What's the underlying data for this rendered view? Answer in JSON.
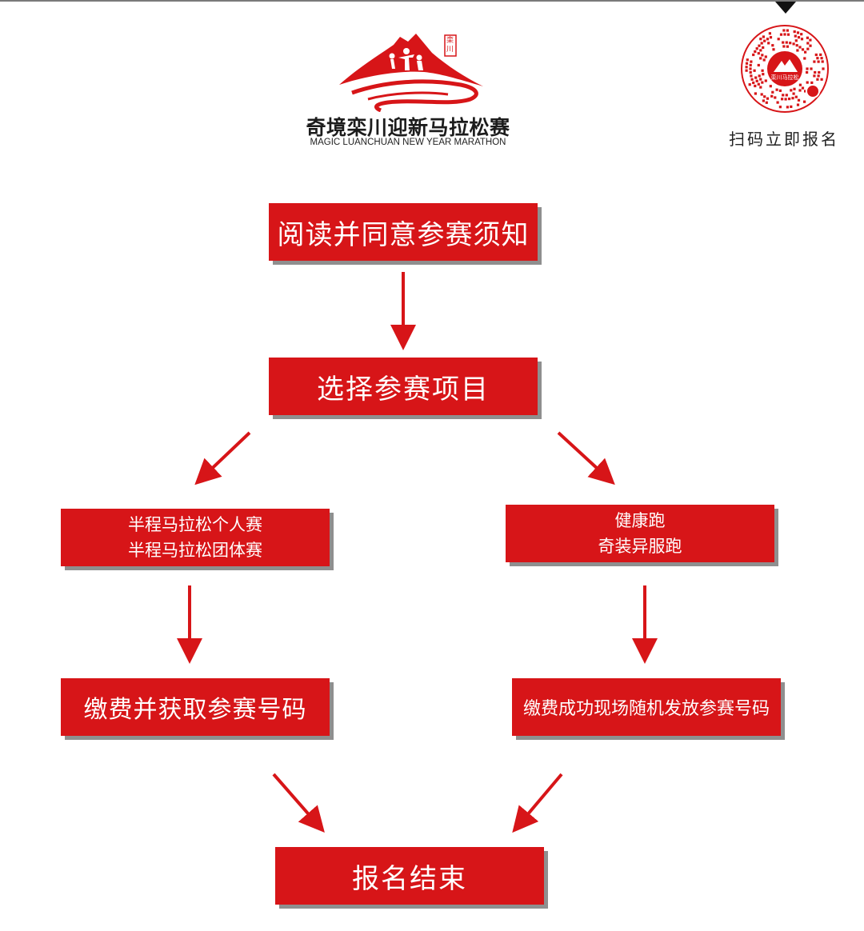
{
  "logo": {
    "title_cn": "奇境栾川迎新马拉松赛",
    "title_en": "MAGIC LUANCHUAN NEW YEAR MARATHON",
    "seal_text": "栾川"
  },
  "qr": {
    "caption": "扫码立即报名",
    "center_text": "栾川马拉松"
  },
  "flow": {
    "step1": "阅读并同意参赛须知",
    "step2": "选择参赛项目",
    "left_option": {
      "line1": "半程马拉松个人赛",
      "line2": "半程马拉松团体赛"
    },
    "right_option": {
      "line1": "健康跑",
      "line2": "奇装异服跑"
    },
    "left_payment": "缴费并获取参赛号码",
    "right_payment": "缴费成功现场随机发放参赛号码",
    "end": "报名结束"
  },
  "colors": {
    "box_red": "#d71518",
    "shadow_gray": "#8f8f8f",
    "arrow_red": "#d71518"
  }
}
